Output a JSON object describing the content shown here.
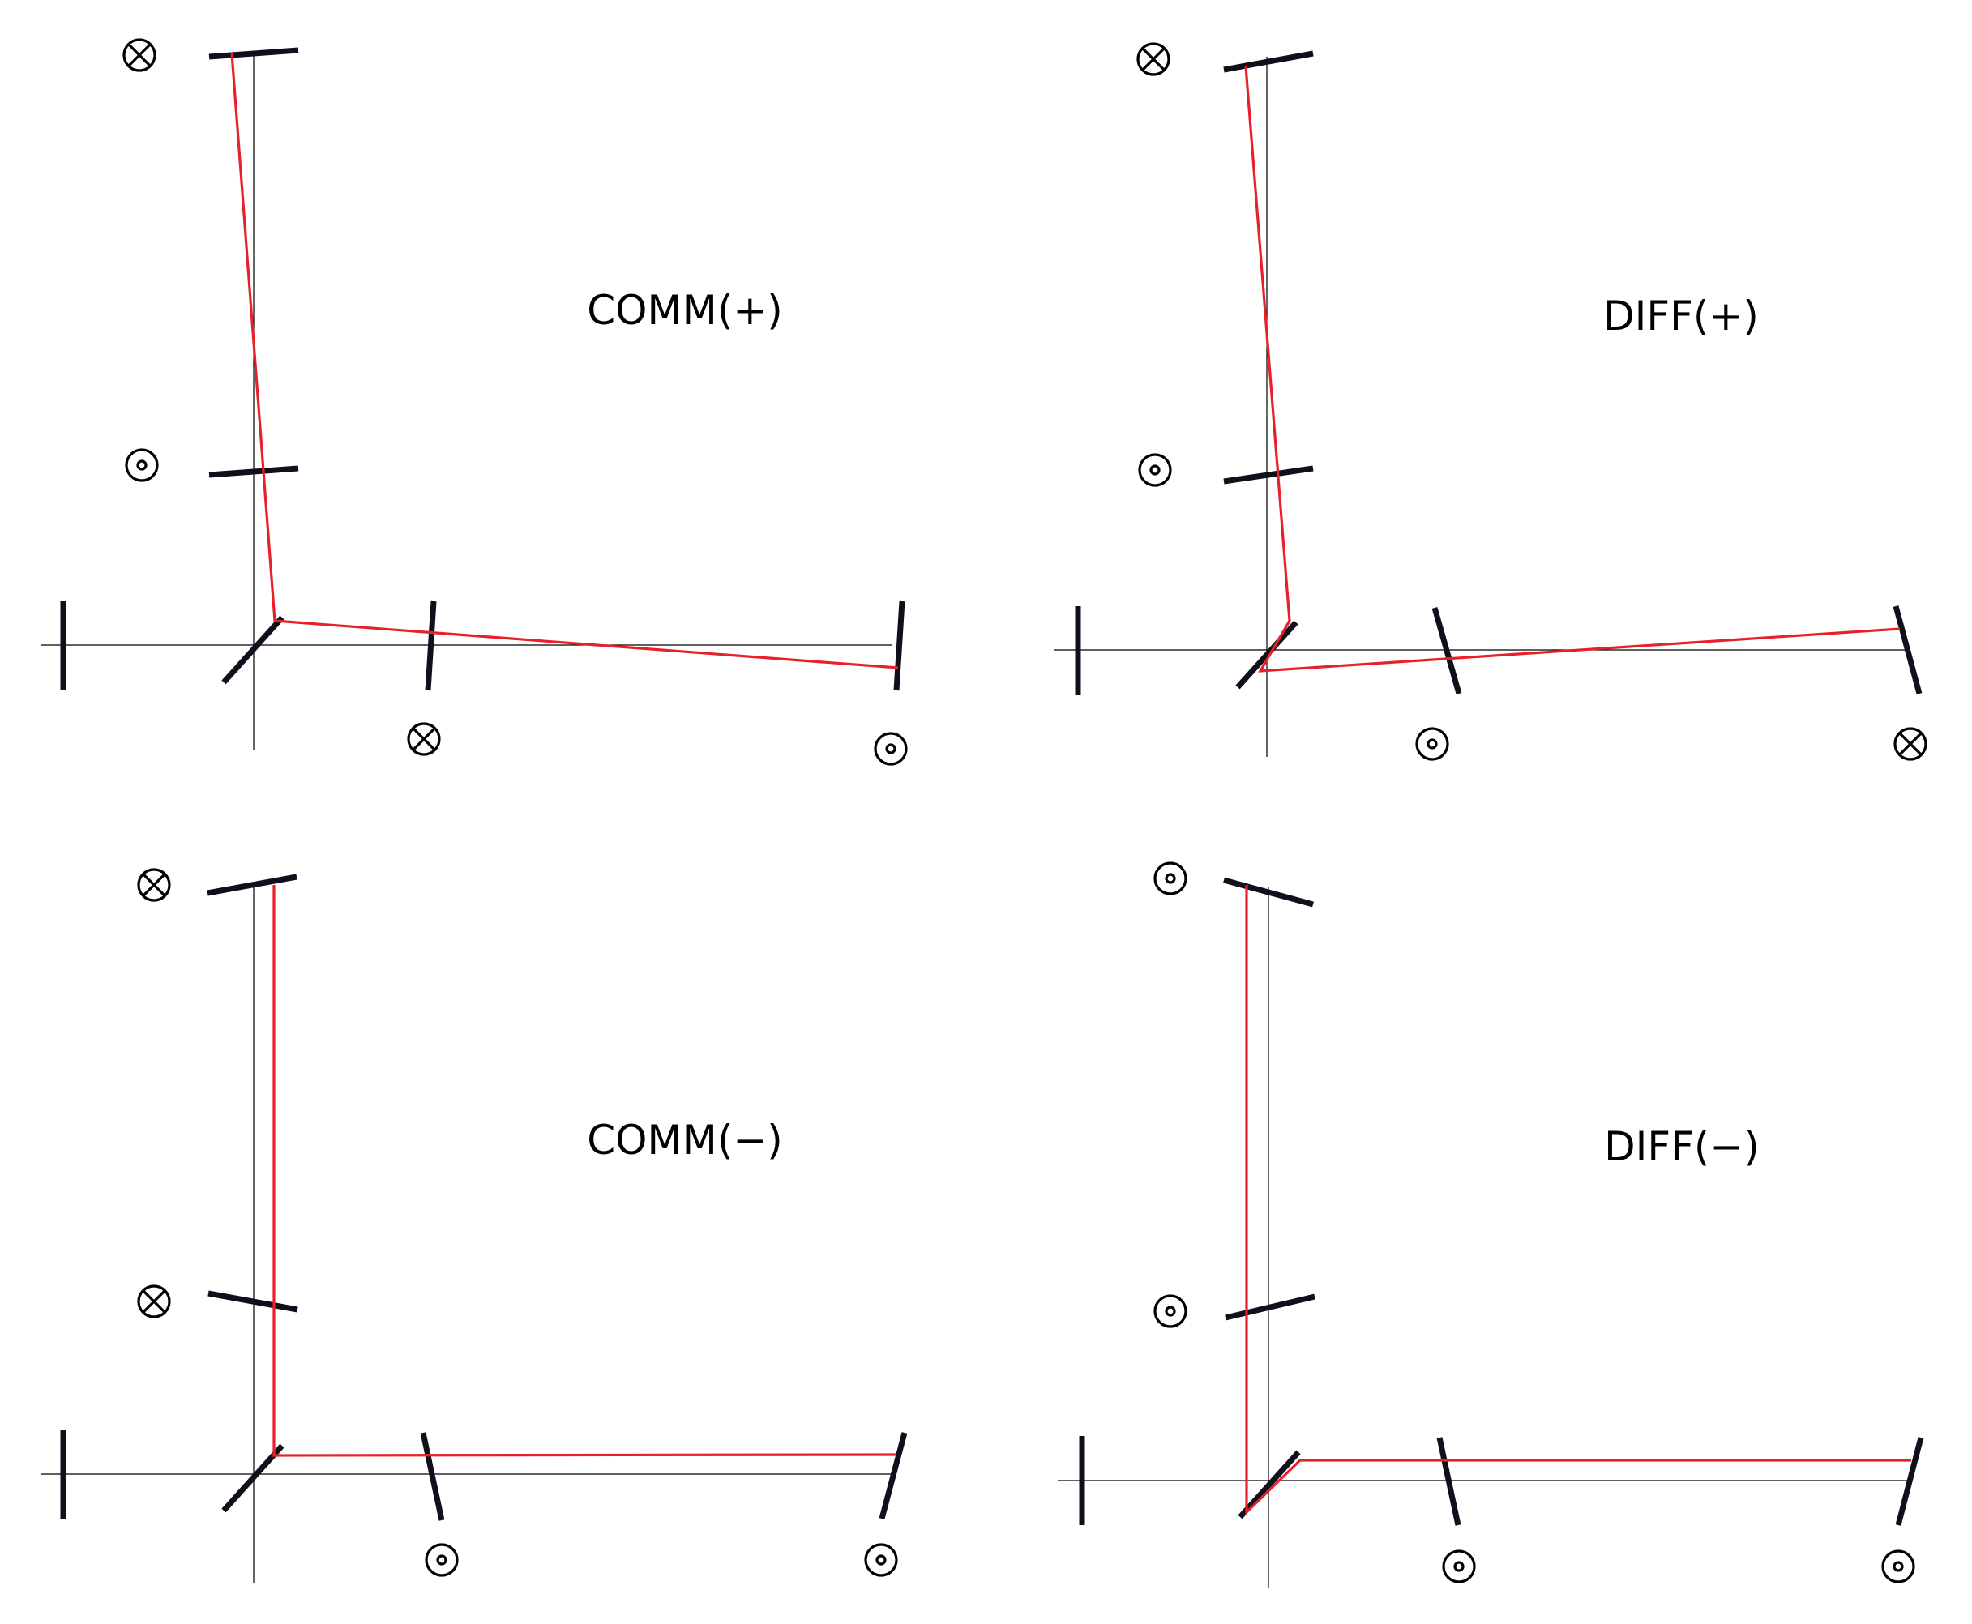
{
  "colors": {
    "beam": "#e8202a",
    "mirror": "#10101c",
    "axis": "#000000",
    "symbol": "#000000"
  },
  "symbol_legend": {
    "into_page": "otimes",
    "out_of_page": "odot"
  },
  "panels": [
    {
      "id": "comm-plus",
      "label": "COMM(+)",
      "symbols": {
        "y_end": "otimes",
        "y_input": "odot",
        "x_input": "otimes",
        "x_end": "odot"
      }
    },
    {
      "id": "diff-plus",
      "label": "DIFF(+)",
      "symbols": {
        "y_end": "otimes",
        "y_input": "odot",
        "x_input": "odot",
        "x_end": "otimes"
      }
    },
    {
      "id": "comm-minus",
      "label": "COMM(−)",
      "symbols": {
        "y_end": "otimes",
        "y_input": "otimes",
        "x_input": "odot",
        "x_end": "odot"
      }
    },
    {
      "id": "diff-minus",
      "label": "DIFF(−)",
      "symbols": {
        "y_end": "odot",
        "y_input": "odot",
        "x_input": "odot",
        "x_end": "odot"
      }
    }
  ]
}
